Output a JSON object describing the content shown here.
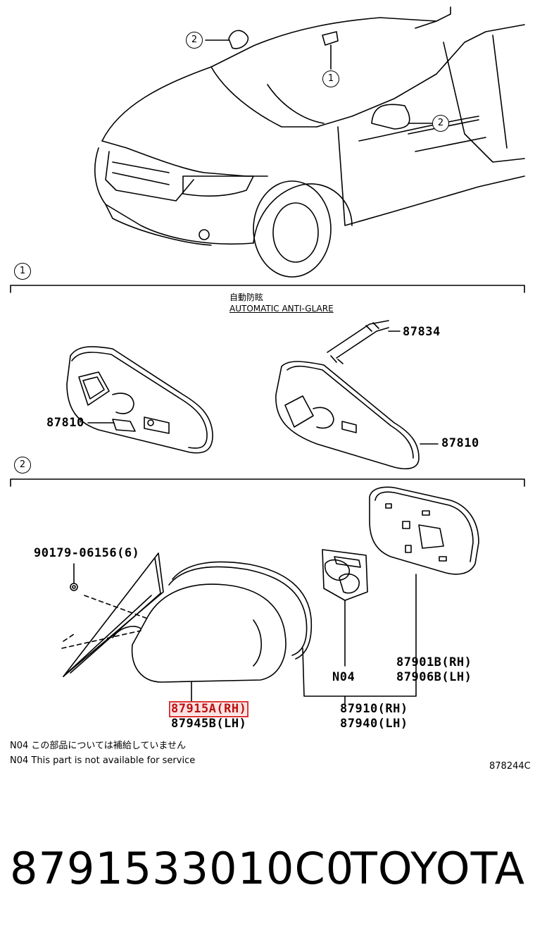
{
  "callouts": {
    "top_left_2": "2",
    "top_1": "1",
    "top_right_2": "2",
    "section_1": "1",
    "section_2": "2"
  },
  "section1": {
    "title_jp": "自動防眩",
    "title_en": "AUTOMATIC ANTI-GLARE",
    "labels": {
      "wire": "87834",
      "mirror_left": "87810",
      "mirror_right": "87810"
    }
  },
  "section2": {
    "labels": {
      "bolt": "90179-06156(6)",
      "cover_rh": "87915A(RH)",
      "cover_lh": "87945B(LH)",
      "n04": "N04",
      "assy_rh": "87910(RH)",
      "assy_lh": "87940(LH)",
      "glass_rh": "87901B(RH)",
      "glass_lh": "87906B(LH)"
    },
    "notes": {
      "jp": "N04 この部品については補給していません",
      "en": "N04 This part is not available for service"
    },
    "figure_code": "878244C"
  },
  "footer": {
    "part_number": "8791533010C0",
    "brand": "TOYOTA"
  },
  "colors": {
    "ink": "#000000",
    "highlight": "#d33333"
  }
}
